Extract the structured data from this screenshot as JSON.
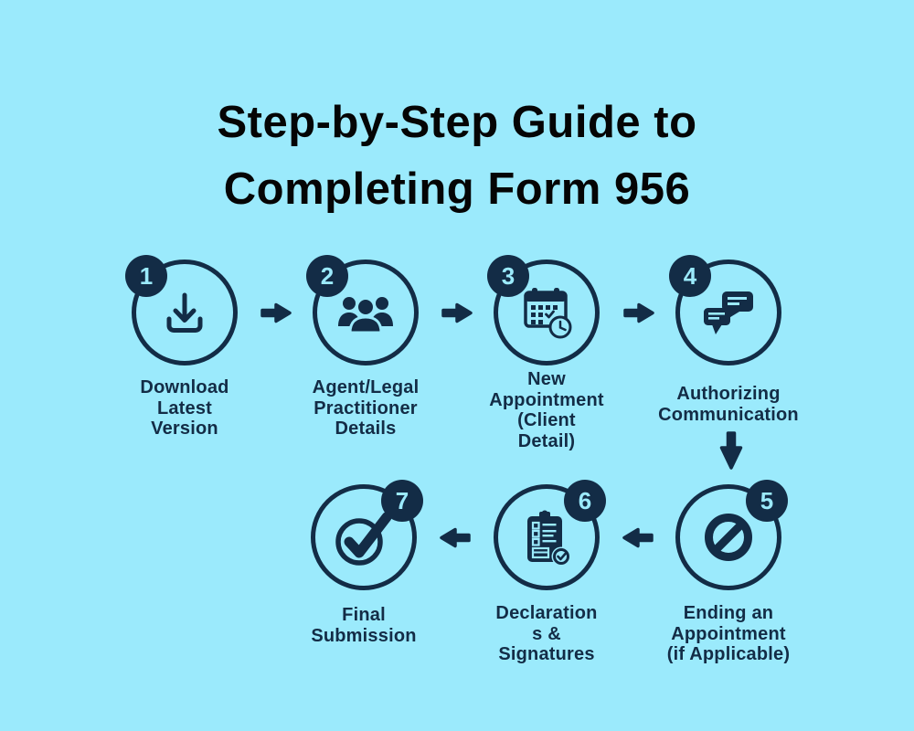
{
  "colors": {
    "background": "#9BEAFC",
    "ink": "#132C46",
    "title_text": "#050505"
  },
  "title": {
    "line1": "Step-by-Step Guide to",
    "line2": "Completing Form 956"
  },
  "steps": [
    {
      "number": "1",
      "label": "Download Latest Version",
      "label_lines": [
        "Download",
        "Latest",
        "Version"
      ],
      "icon": "download-icon",
      "badge_position": "top-left"
    },
    {
      "number": "2",
      "label": "Agent/Legal Practitioner Details",
      "label_lines": [
        "Agent/Legal",
        "Practitioner",
        "Details"
      ],
      "icon": "people-group-icon",
      "badge_position": "top-left"
    },
    {
      "number": "3",
      "label": "New Appointment (Client Detail)",
      "label_lines": [
        "New",
        "Appointment",
        "(Client",
        "Detail)"
      ],
      "icon": "calendar-clock-icon",
      "badge_position": "top-left"
    },
    {
      "number": "4",
      "label": "Authorizing Communication",
      "label_lines": [
        "Authorizing",
        "Communication"
      ],
      "icon": "chat-bubbles-icon",
      "badge_position": "top-left"
    },
    {
      "number": "5",
      "label": "Ending an Appointment (if Applicable)",
      "label_lines": [
        "Ending an",
        "Appointment",
        "(if Applicable)"
      ],
      "icon": "prohibition-icon",
      "badge_position": "top-right"
    },
    {
      "number": "6",
      "label": "Declarations & Signatures",
      "label_lines": [
        "Declaration",
        "s &",
        "Signatures"
      ],
      "icon": "clipboard-check-icon",
      "badge_position": "top-right"
    },
    {
      "number": "7",
      "label": "Final Submission",
      "label_lines": [
        "Final",
        "Submission"
      ],
      "icon": "checkmark-icon",
      "badge_position": "top-right"
    }
  ],
  "connectors": [
    {
      "from": "1",
      "to": "2",
      "direction": "right"
    },
    {
      "from": "2",
      "to": "3",
      "direction": "right"
    },
    {
      "from": "3",
      "to": "4",
      "direction": "right"
    },
    {
      "from": "4",
      "to": "5",
      "direction": "down"
    },
    {
      "from": "5",
      "to": "6",
      "direction": "left"
    },
    {
      "from": "6",
      "to": "7",
      "direction": "left"
    }
  ]
}
